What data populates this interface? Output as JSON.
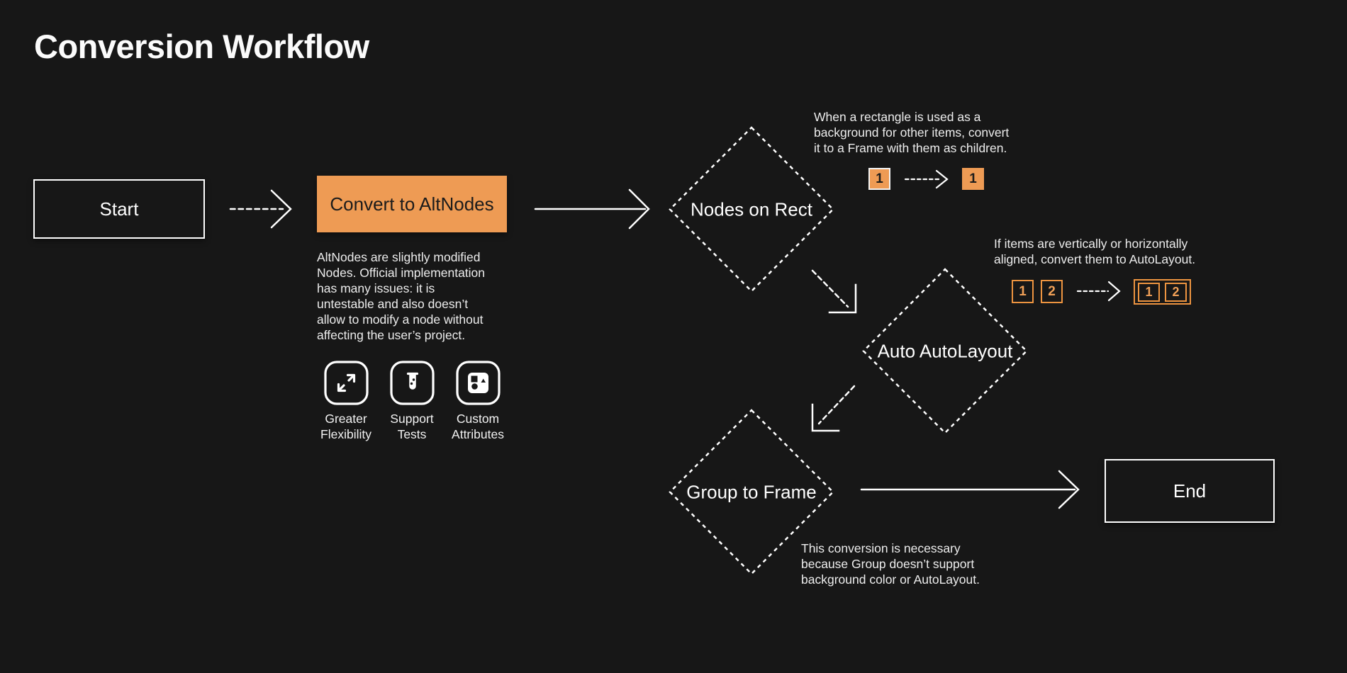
{
  "page": {
    "title": "Conversion Workflow",
    "background_color": "#171717"
  },
  "colors": {
    "orange_fill": "#EE9B54",
    "orange_outline": "#ED9440",
    "orange_text": "#F0A057",
    "line": "#FFFFFF",
    "note_text": "#EDEDED",
    "dark_text": "#1B1B1B"
  },
  "nodes": {
    "start": {
      "label": "Start",
      "shape": "rectangle"
    },
    "convert": {
      "label": "Convert to AltNodes",
      "shape": "rectangle",
      "fill": "#EE9B54"
    },
    "nodes_on_rect": {
      "label": "Nodes on Rect",
      "shape": "diamond"
    },
    "auto_autolayout": {
      "label": "Auto AutoLayout",
      "shape": "diamond"
    },
    "group_to_frame": {
      "label": "Group to Frame",
      "shape": "diamond"
    },
    "end": {
      "label": "End",
      "shape": "rectangle"
    }
  },
  "notes": {
    "altnodes": {
      "lines": [
        "AltNodes are slightly modified",
        "Nodes. Official implementation",
        "has many issues: it is",
        "untestable and also doesn’t",
        "allow to modify a node without",
        "affecting the user’s project."
      ]
    },
    "rect_to_frame": {
      "lines": [
        "When a rectangle is used as a",
        "background for other items, convert",
        "it to a Frame with them as children."
      ]
    },
    "autolayout": {
      "lines": [
        "If items are vertically or horizontally",
        "aligned, convert them to AutoLayout."
      ]
    },
    "group_to_frame": {
      "lines": [
        "This conversion is necessary",
        "because Group doesn’t support",
        "background color or AutoLayout."
      ]
    }
  },
  "features": [
    {
      "icon": "expand-icon",
      "label_lines": [
        "Greater",
        "Flexibility"
      ]
    },
    {
      "icon": "test-tube-icon",
      "label_lines": [
        "Support",
        "Tests"
      ]
    },
    {
      "icon": "shapes-icon",
      "label_lines": [
        "Custom",
        "Attributes"
      ]
    }
  ],
  "demos": {
    "rect_demo": {
      "before": "1",
      "after": "1"
    },
    "autolayout_demo": {
      "before": [
        "1",
        "2"
      ],
      "after": [
        "1",
        "2"
      ]
    }
  }
}
